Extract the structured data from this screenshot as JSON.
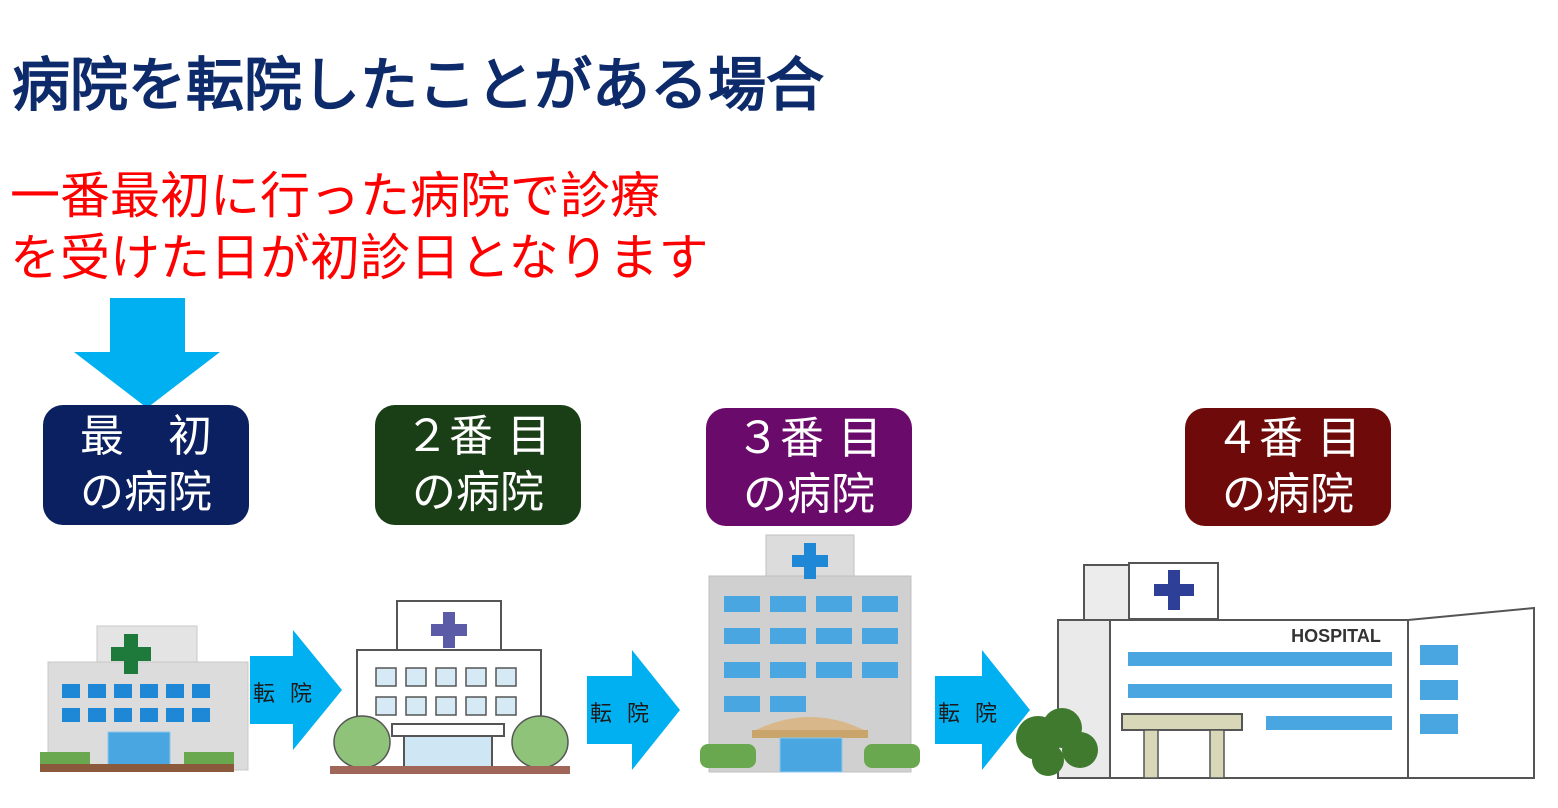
{
  "title": "病院を転院したことがある場合",
  "message": {
    "line1": "一番最初に行った病院で診療",
    "line2": "を受けた日が初診日となります"
  },
  "hospitals": [
    {
      "label_line1": "最　初",
      "label_line2": "の病院",
      "color": "#0a2060"
    },
    {
      "label_line1": "２番 目",
      "label_line2": "の病院",
      "color": "#1a3e16"
    },
    {
      "label_line1": "３番 目",
      "label_line2": "の病院",
      "color": "#6a0a6a"
    },
    {
      "label_line1": "４番 目",
      "label_line2": "の病院",
      "color": "#6e0a0a"
    }
  ],
  "transfers": [
    {
      "label": "転 院"
    },
    {
      "label": "転 院"
    },
    {
      "label": "転 院"
    }
  ],
  "sign": "HOSPITAL",
  "colors": {
    "title": "#0d2a6b",
    "message": "#ff0000",
    "arrow": "#00b0f0",
    "cross_green": "#1e7a3a",
    "cross_blue": "#2e3f97"
  }
}
